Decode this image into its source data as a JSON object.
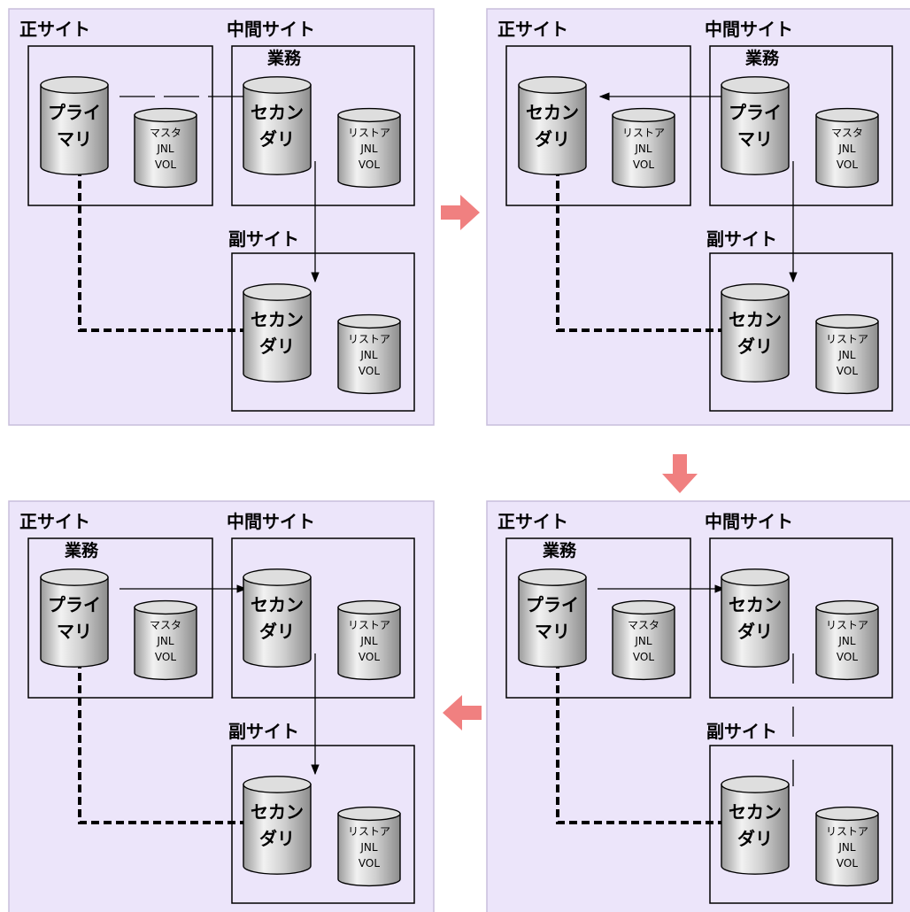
{
  "sites": {
    "primary": "正サイト",
    "intermediate": "中間サイト",
    "secondary": "副サイト"
  },
  "task_label": "業務",
  "volume_labels": {
    "primary": [
      "プライ",
      "マリ"
    ],
    "secondary": [
      "セカン",
      "ダリ"
    ]
  },
  "journal_labels": {
    "master": [
      "マスタ",
      "JNL",
      "VOL"
    ],
    "restore": [
      "リストア",
      "JNL",
      "VOL"
    ]
  },
  "colors": {
    "panel_bg": "#ECE5FA",
    "panel_border": "#C8BEDC",
    "flow_arrow": "#F08080",
    "line": "#000000"
  },
  "panels": [
    {
      "id": "panel-1",
      "task_at": "intermediate",
      "vols": {
        "site_primary": "primary",
        "site_intermediate": "secondary",
        "site_secondary": "secondary"
      },
      "journals": {
        "site_primary": "master",
        "site_intermediate": "restore",
        "site_secondary": "restore"
      },
      "links": [
        "primary-to-intermediate-dashed",
        "intermediate-to-secondary-arrow",
        "primary-to-secondary-bold-dashed"
      ]
    },
    {
      "id": "panel-2",
      "task_at": "intermediate",
      "vols": {
        "site_primary": "secondary",
        "site_intermediate": "primary",
        "site_secondary": "secondary"
      },
      "journals": {
        "site_primary": "restore",
        "site_intermediate": "master",
        "site_secondary": "restore"
      },
      "links": [
        "intermediate-to-primary-arrow",
        "intermediate-to-secondary-arrow",
        "primary-to-secondary-bold-dashed"
      ]
    },
    {
      "id": "panel-3",
      "task_at": "primary",
      "vols": {
        "site_primary": "primary",
        "site_intermediate": "secondary",
        "site_secondary": "secondary"
      },
      "journals": {
        "site_primary": "master",
        "site_intermediate": "restore",
        "site_secondary": "restore"
      },
      "links": [
        "primary-to-intermediate-arrow",
        "intermediate-to-secondary-broken",
        "primary-to-secondary-bold-dashed"
      ]
    },
    {
      "id": "panel-4",
      "task_at": "primary",
      "vols": {
        "site_primary": "primary",
        "site_intermediate": "secondary",
        "site_secondary": "secondary"
      },
      "journals": {
        "site_primary": "master",
        "site_intermediate": "restore",
        "site_secondary": "restore"
      },
      "links": [
        "primary-to-intermediate-arrow",
        "intermediate-to-secondary-arrow",
        "primary-to-secondary-bold-dashed"
      ]
    }
  ],
  "sequence": [
    "panel-1",
    "panel-2",
    "panel-3",
    "panel-4"
  ],
  "flow_arrows": [
    {
      "from": "panel-1",
      "to": "panel-2",
      "direction": "right"
    },
    {
      "from": "panel-2",
      "to": "panel-3",
      "direction": "down"
    },
    {
      "from": "panel-3",
      "to": "panel-4",
      "direction": "left"
    }
  ]
}
